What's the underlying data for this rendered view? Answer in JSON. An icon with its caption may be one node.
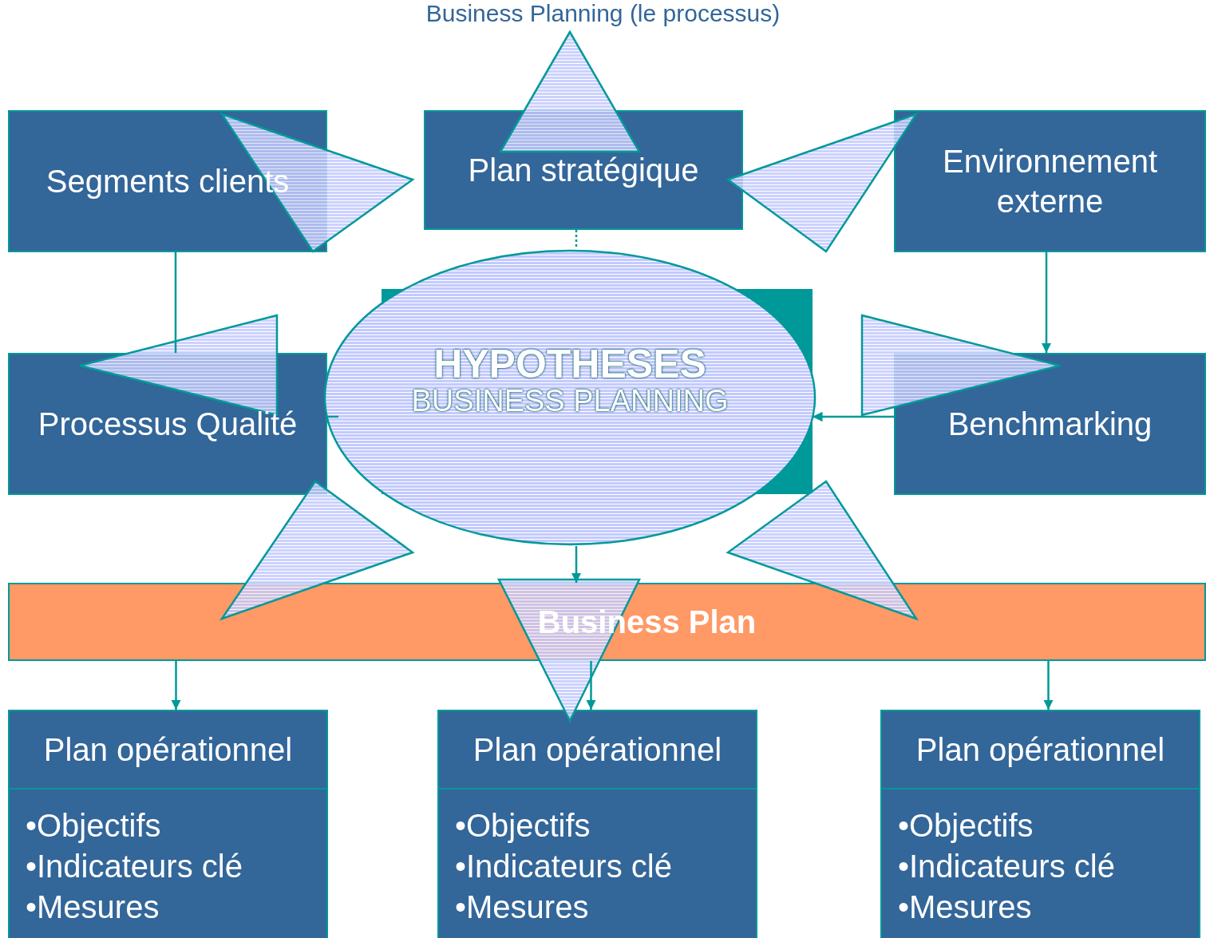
{
  "diagram": {
    "title": "Business Planning (le processus)",
    "nodes": [
      {
        "text": [
          "Segments clients"
        ]
      },
      {
        "text": [
          "Plan stratégique"
        ]
      },
      {
        "text": [
          "Environnement externe"
        ]
      },
      {
        "text": [
          "Processus Qualité"
        ]
      },
      {
        "text": [
          "HYPOTHESES",
          "BUSINESS PLANNING"
        ]
      },
      {
        "text": [
          "Benchmarking"
        ]
      },
      {
        "text": [
          "Business Plan"
        ]
      },
      {
        "text": [
          "Plan opérationnel",
          "•Objectifs",
          "•Indicateurs clé",
          "•Mesures"
        ]
      },
      {
        "text": [
          "Plan opérationnel",
          "•Objectifs",
          "•Indicateurs clé",
          "•Mesures"
        ]
      },
      {
        "text": [
          "Plan opérationnel",
          "•Objectifs",
          "•Indicateurs clé",
          "•Mesures"
        ]
      }
    ],
    "edges": [
      {
        "from": 0,
        "to": 3,
        "arrow": "none"
      },
      {
        "from": 1,
        "to": 4,
        "arrow": "none",
        "style": "dashed"
      },
      {
        "from": 2,
        "to": 5,
        "arrow": "to"
      },
      {
        "from": 5,
        "to": 4,
        "arrow": "to"
      },
      {
        "from": 3,
        "to": 4,
        "arrow": "none"
      },
      {
        "from": 4,
        "to": 6,
        "arrow": "to"
      },
      {
        "from": 6,
        "to": 7,
        "arrow": "to"
      },
      {
        "from": 6,
        "to": 8,
        "arrow": "to"
      },
      {
        "from": 6,
        "to": 9,
        "arrow": "to"
      }
    ]
  }
}
